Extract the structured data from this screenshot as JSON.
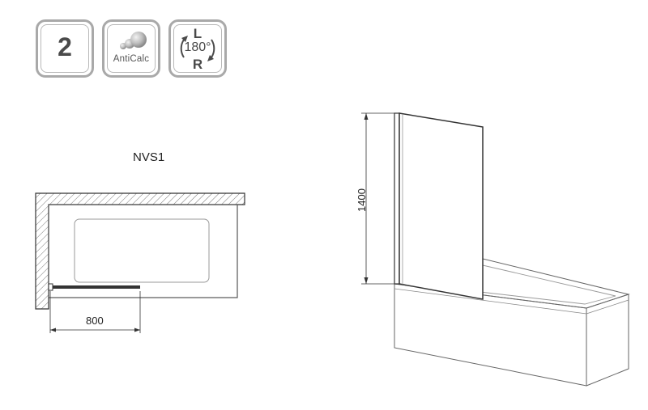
{
  "badges": {
    "warranty": {
      "value": "2",
      "icon": "warranty-years-icon"
    },
    "anticalc": {
      "label": "AntiCalc",
      "icon": "anticalc-drops-icon"
    },
    "reversible": {
      "left": "L",
      "degrees": "180°",
      "right": "R",
      "icon": "reversible-rotation-icon"
    }
  },
  "plan_view": {
    "model": "NVS1",
    "width_dimension": "800"
  },
  "elevation_view": {
    "height_dimension": "1400"
  },
  "colors": {
    "badge_border": "#a9a9a9",
    "line": "#333333",
    "hatch": "#777777"
  }
}
